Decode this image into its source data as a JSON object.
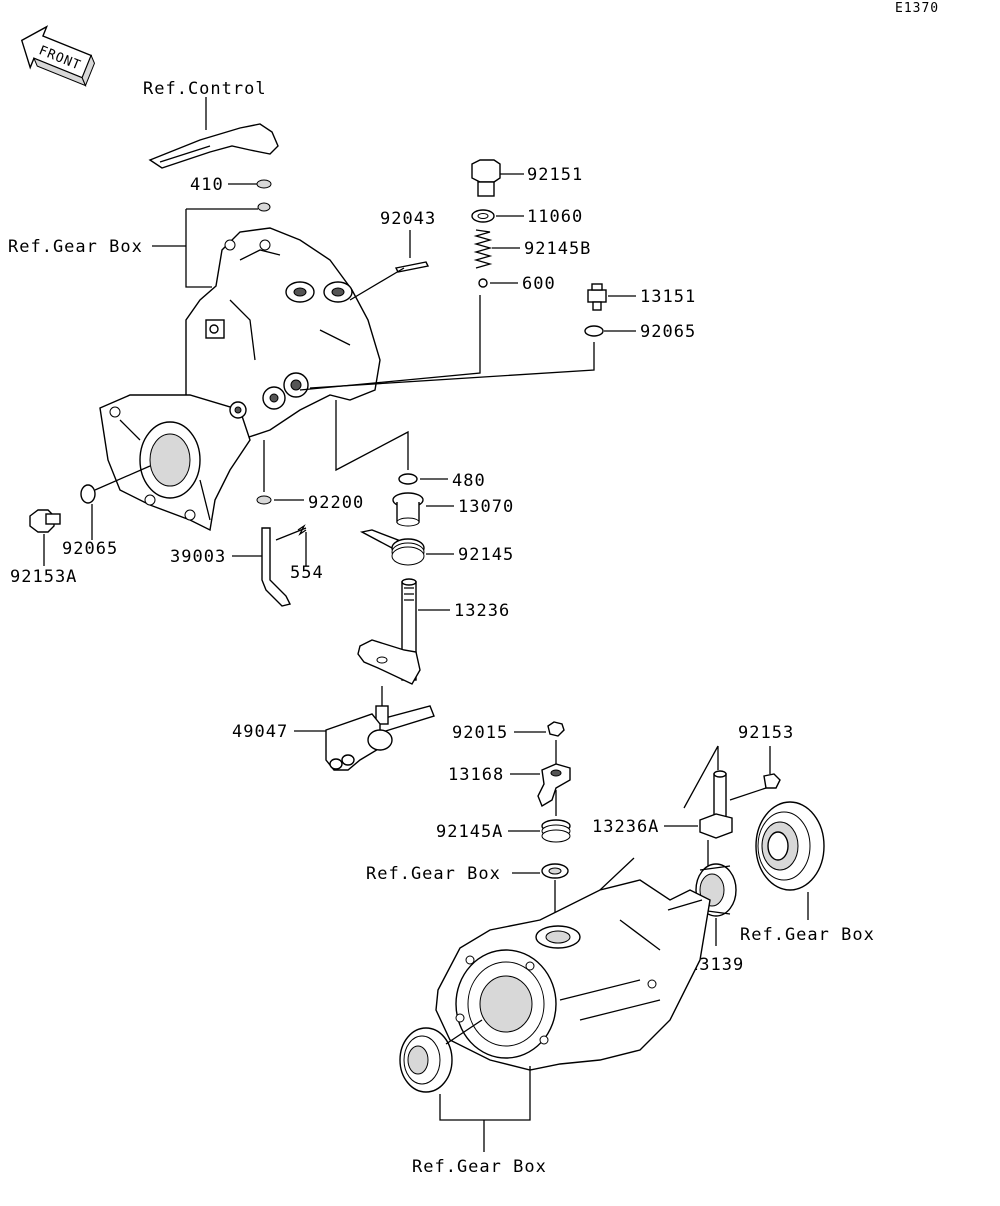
{
  "diagram_code": "E1370",
  "front_badge": "FRONT",
  "labels": {
    "ref_control": "Ref.Control",
    "p410": "410",
    "ref_gear_box_left": "Ref.Gear Box",
    "p92043": "92043",
    "p92151": "92151",
    "p11060": "11060",
    "p92145B": "92145B",
    "p600": "600",
    "p13151": "13151",
    "p92065_right": "92065",
    "p480": "480",
    "p13070": "13070",
    "p92200": "92200",
    "p92145": "92145",
    "p92065_left": "92065",
    "p92153A": "92153A",
    "p39003": "39003",
    "p554": "554",
    "p13236": "13236",
    "p49047": "49047",
    "p92015": "92015",
    "p92153": "92153",
    "p13168": "13168",
    "p92145A": "92145A",
    "p13236A": "13236A",
    "ref_gear_box_mid": "Ref.Gear Box",
    "ref_gear_box_right": "Ref.Gear Box",
    "p13139": "13139",
    "ref_gear_box_bottom": "Ref.Gear Box"
  }
}
